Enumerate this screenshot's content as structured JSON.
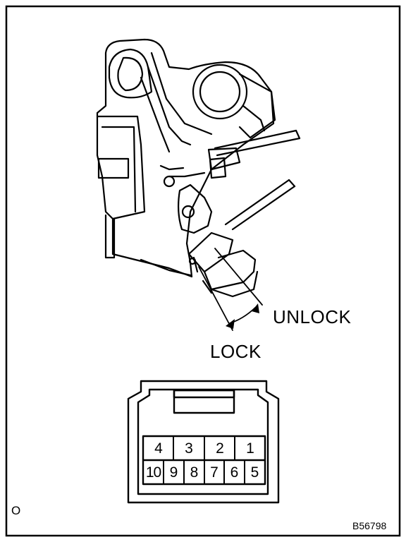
{
  "labels": {
    "unlock": "UNLOCK",
    "lock": "LOCK",
    "corner_mark": "O",
    "figure_code": "B56798"
  },
  "connector": {
    "top_row": [
      "4",
      "3",
      "2",
      "1"
    ],
    "bottom_row": [
      "10",
      "9",
      "8",
      "7",
      "6",
      "5"
    ]
  }
}
